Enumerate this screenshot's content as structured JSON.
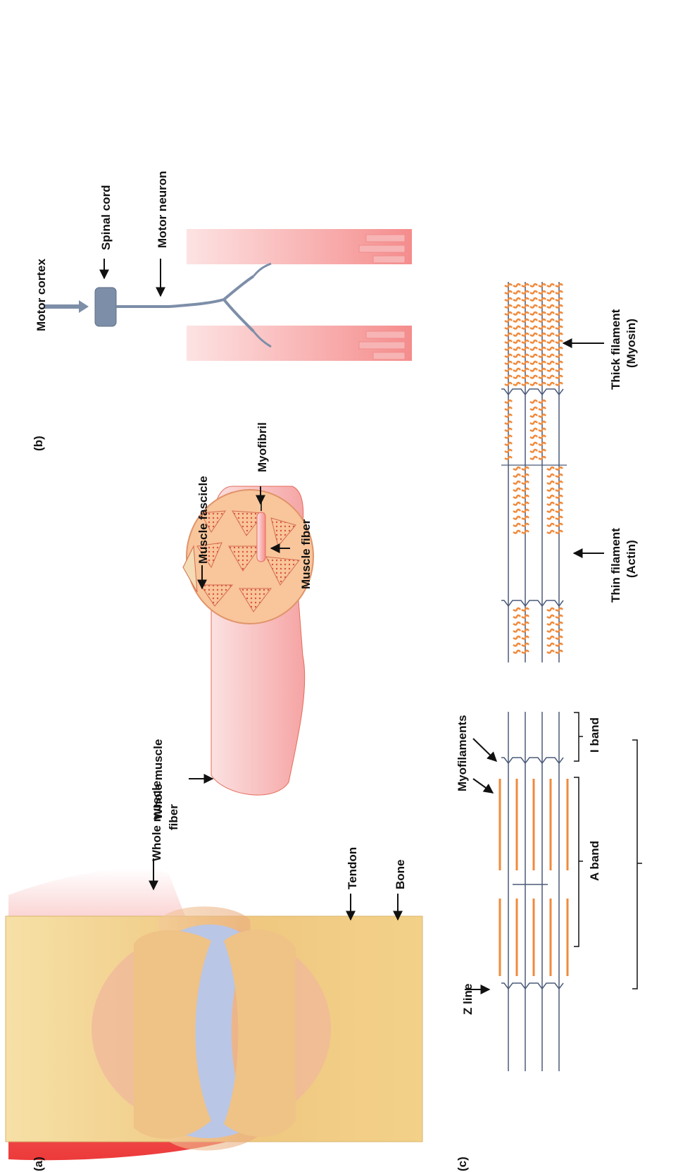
{
  "panels": {
    "a": "(a)",
    "b": "(b)",
    "c": "(c)"
  },
  "labels": {
    "whole_muscle_fiber_1": "Whole muscle",
    "whole_muscle_fiber_2": "fiber",
    "tendon": "Tendon",
    "bone": "Bone",
    "whole_muscle": "Whole muscle",
    "muscle_fascicle": "Muscle fascicle",
    "muscle_fiber": "Muscle fiber",
    "myofibril": "Myofibril",
    "motor_cortex": "Motor cortex",
    "spinal_cord": "Spinal cord",
    "motor_neuron": "Motor neuron",
    "z_line": "Z line",
    "a_band": "A band",
    "i_band": "I band",
    "myofilaments": "Myofilaments",
    "thin_filament_1": "Thin filament",
    "thin_filament_2": "(Actin)",
    "thick_filament_1": "Thick filament",
    "thick_filament_2": "(Myosin)"
  },
  "colors": {
    "bone": "#f1d48a",
    "muscle": "#ef3b3b",
    "cartilage": "#b9c6e6",
    "fascicle": "#f7c39a",
    "myosin": "#f08a3c",
    "actin": "#4b5a79",
    "neuron": "#7d8ea8"
  }
}
